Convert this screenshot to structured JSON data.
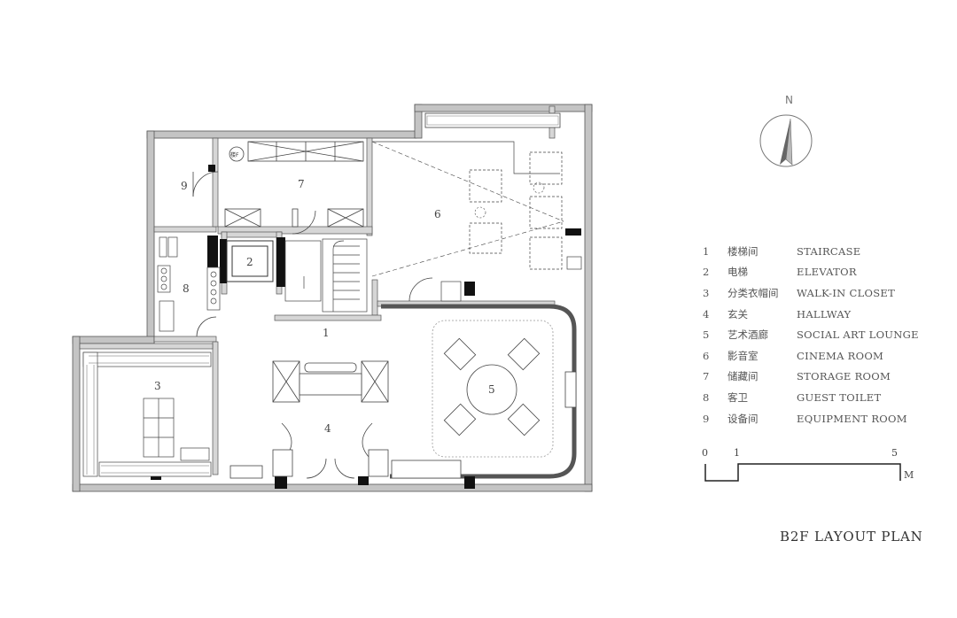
{
  "north_label": "N",
  "room_numbers": [
    "1",
    "2",
    "3",
    "4",
    "5",
    "6",
    "7",
    "8",
    "9"
  ],
  "sign_text": "楼F",
  "legend": [
    {
      "num": "1",
      "zh": "楼梯间",
      "en": "STAIRCASE"
    },
    {
      "num": "2",
      "zh": "电梯",
      "en": "ELEVATOR"
    },
    {
      "num": "3",
      "zh": "分类衣帽间",
      "en": "WALK-IN CLOSET"
    },
    {
      "num": "4",
      "zh": "玄关",
      "en": "HALLWAY"
    },
    {
      "num": "5",
      "zh": "艺术酒廊",
      "en": "SOCIAL ART LOUNGE"
    },
    {
      "num": "6",
      "zh": "影音室",
      "en": "CINEMA ROOM"
    },
    {
      "num": "7",
      "zh": "储藏间",
      "en": "STORAGE ROOM"
    },
    {
      "num": "8",
      "zh": "客卫",
      "en": "GUEST TOILET"
    },
    {
      "num": "9",
      "zh": "设备间",
      "en": "EQUIPMENT ROOM"
    }
  ],
  "scale": {
    "zero": "0",
    "one": "1",
    "five": "5",
    "unit": "M"
  },
  "title": "B2F LAYOUT PLAN",
  "colors": {
    "wall": "#c4c4c4",
    "wall_edge": "#555555",
    "column": "#111111",
    "line": "#444444"
  }
}
